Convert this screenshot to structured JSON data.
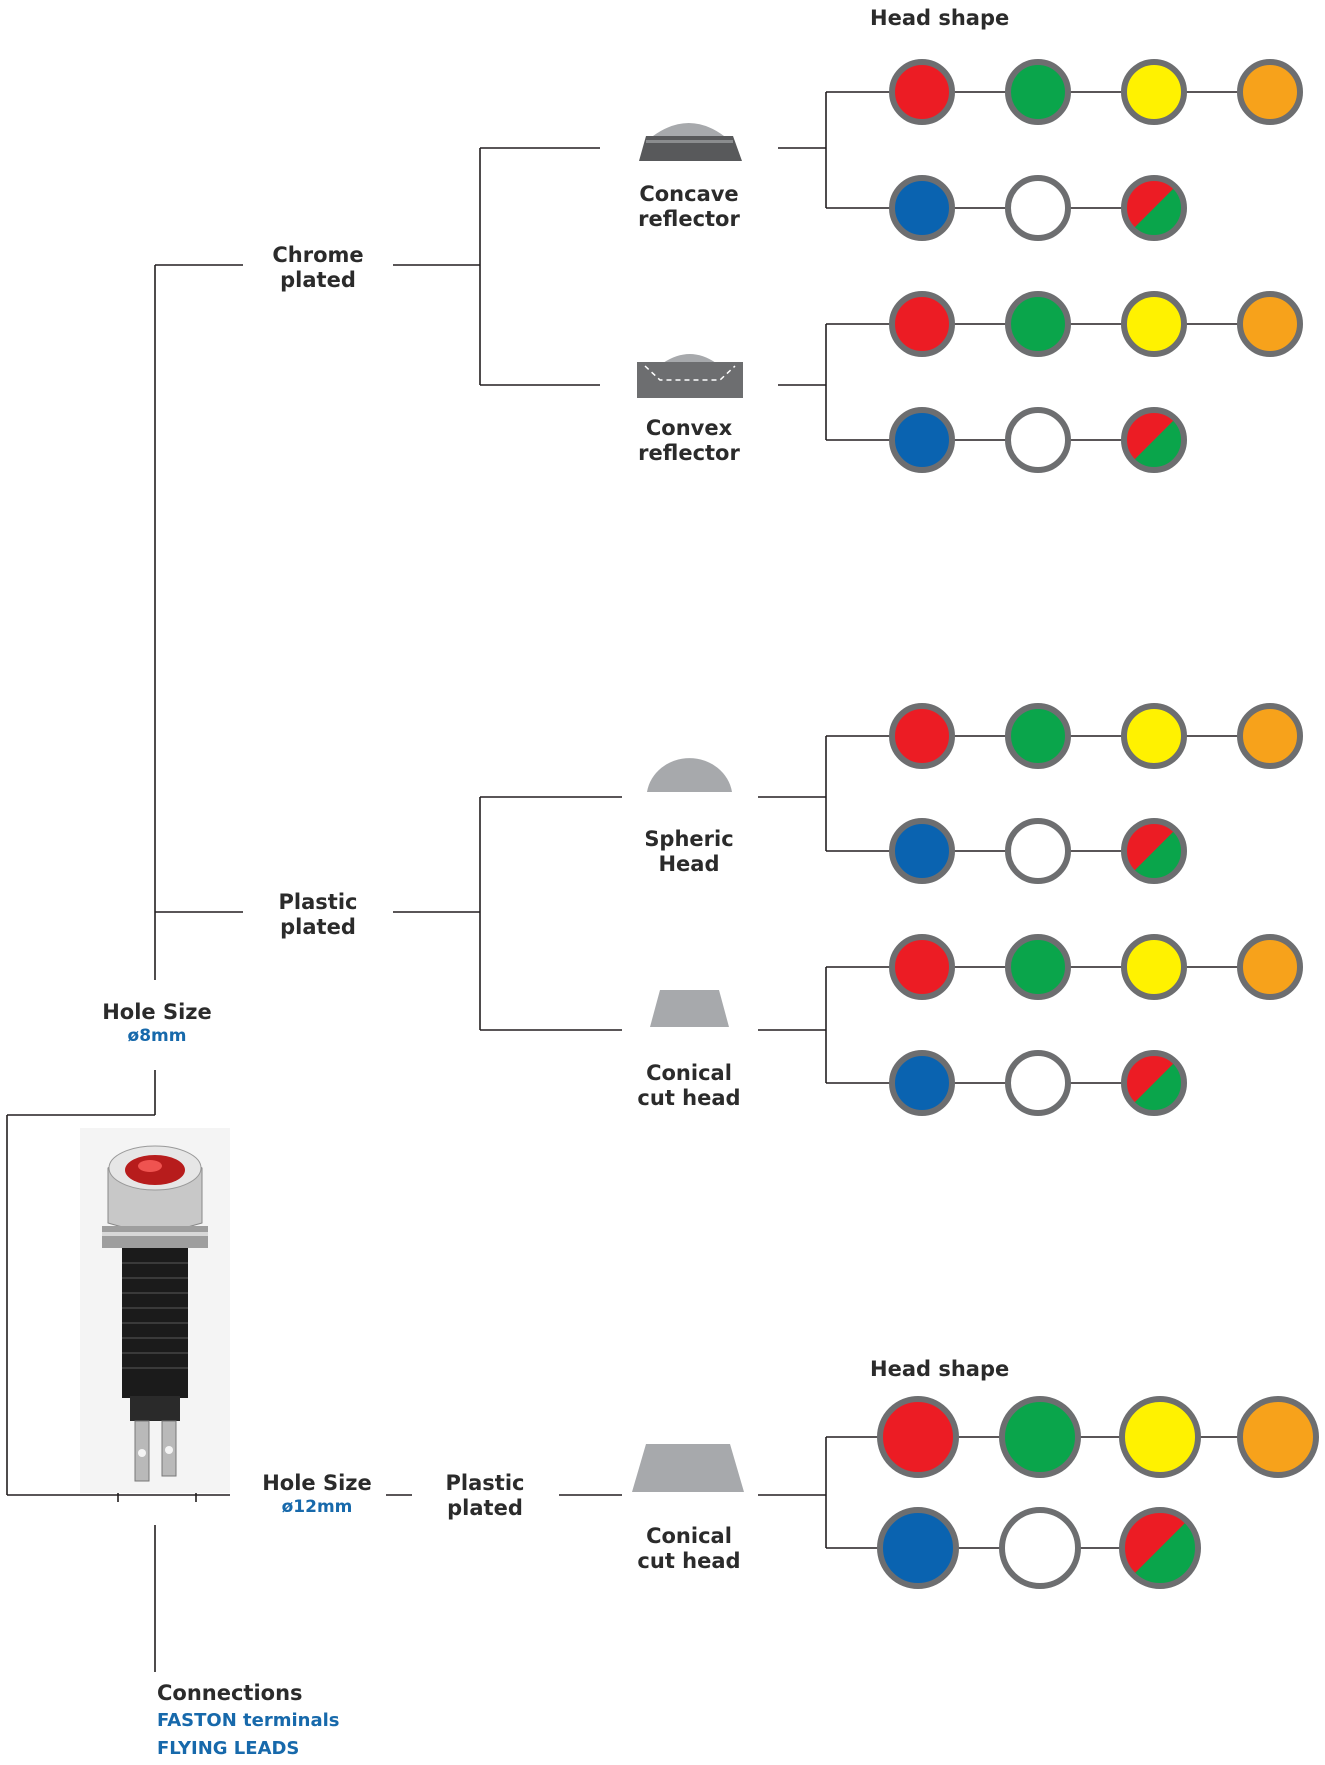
{
  "head_shape_title": "Head shape",
  "head_shape_title_bottom": "Head shape",
  "hole8": {
    "title": "Hole Size",
    "value": "ø8mm"
  },
  "hole12": {
    "title": "Hole Size",
    "value": "ø12mm"
  },
  "finishes": {
    "chrome": [
      "Chrome",
      "plated"
    ],
    "plastic": [
      "Plastic",
      "plated"
    ],
    "plastic12": [
      "Plastic",
      "plated"
    ]
  },
  "heads": {
    "concave": [
      "Concave",
      "reflector"
    ],
    "convex": [
      "Convex",
      "reflector"
    ],
    "spheric": [
      "Spheric",
      "Head"
    ],
    "conical": [
      "Conical",
      "cut head"
    ],
    "conical12": [
      "Conical",
      "cut head"
    ]
  },
  "connections": {
    "title": "Connections",
    "options": [
      "FASTON terminals",
      "FLYING LEADS"
    ]
  },
  "colors": {
    "red": "#ec1c24",
    "green": "#0aa54b",
    "yellow": "#fff200",
    "orange": "#f7a21b",
    "blue": "#0a63b0",
    "white": "#ffffff",
    "ring": "#6d6e70",
    "shape": "#a7a9ac",
    "line": "#231f20"
  },
  "swatch_rows": {
    "top": [
      "red",
      "green",
      "yellow",
      "orange"
    ],
    "bottom": [
      "blue",
      "white",
      "red-green"
    ]
  }
}
